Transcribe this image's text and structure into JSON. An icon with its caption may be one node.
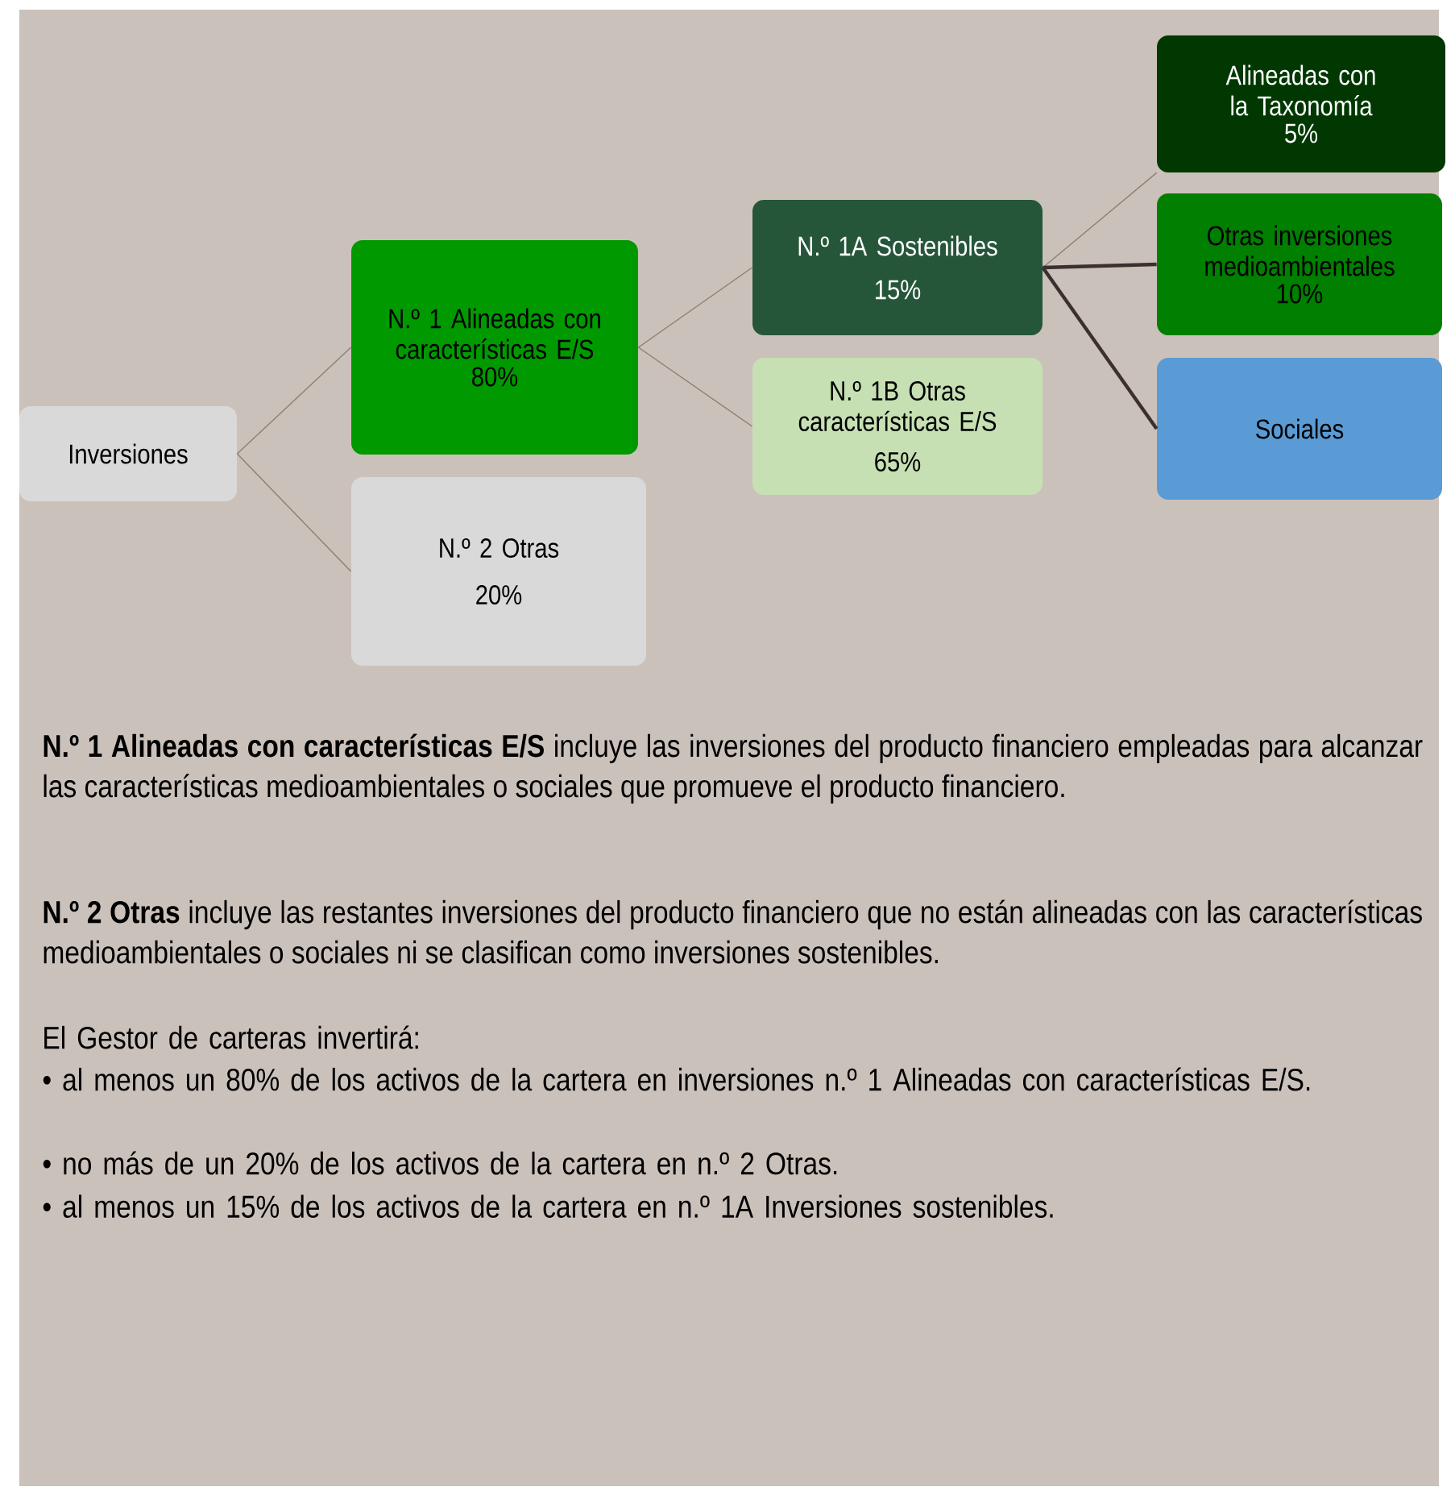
{
  "diagram": {
    "nodes": [
      {
        "text": [
          "Inversiones"
        ]
      },
      {
        "text": [
          "N.º 1 Alineadas con características E/S",
          "80%"
        ]
      },
      {
        "text": [
          "N.º 2 Otras",
          "20%"
        ]
      },
      {
        "text": [
          "N.º 1A Sostenibles",
          "15%"
        ]
      },
      {
        "text": [
          "N.º 1B Otras características E/S",
          "65%"
        ]
      },
      {
        "text": [
          "Alineadas con la Taxonomía",
          "5%"
        ]
      },
      {
        "text": [
          "Otras inversiones medioambientales",
          "10%"
        ]
      },
      {
        "text": [
          "Sociales"
        ]
      }
    ],
    "edges": [
      {
        "from": 0,
        "to": 1,
        "arrow": "none"
      },
      {
        "from": 0,
        "to": 2,
        "arrow": "none"
      },
      {
        "from": 1,
        "to": 3,
        "arrow": "none"
      },
      {
        "from": 1,
        "to": 4,
        "arrow": "none"
      },
      {
        "from": 3,
        "to": 5,
        "arrow": "none"
      },
      {
        "from": 3,
        "to": 6,
        "arrow": "none",
        "style": "thick",
        "color": "#3b3030"
      },
      {
        "from": 3,
        "to": 7,
        "arrow": "none",
        "style": "thick",
        "color": "#3b3030"
      }
    ],
    "labels": [
      "**N.º 1 Alineadas con características E/S** incluye las inversiones del producto financiero empleadas para alcanzar las características medioambientales o sociales que promueve el producto financiero.",
      "**N.º 2 Otras** incluye las restantes inversiones del producto financiero que no están alineadas con las características medioambientales o sociales ni se clasifican como inversiones sostenibles.",
      "El Gestor de carteras invertirá:",
      "• al menos un 80% de los activos de la cartera en inversiones n.º 1 Alineadas con características E/S.",
      "• no más de un 20% de los activos de la cartera en n.º 2 Otras.",
      "• al menos un 15% de los activos de la cartera en n.º 1A Inversiones sostenibles."
    ]
  }
}
